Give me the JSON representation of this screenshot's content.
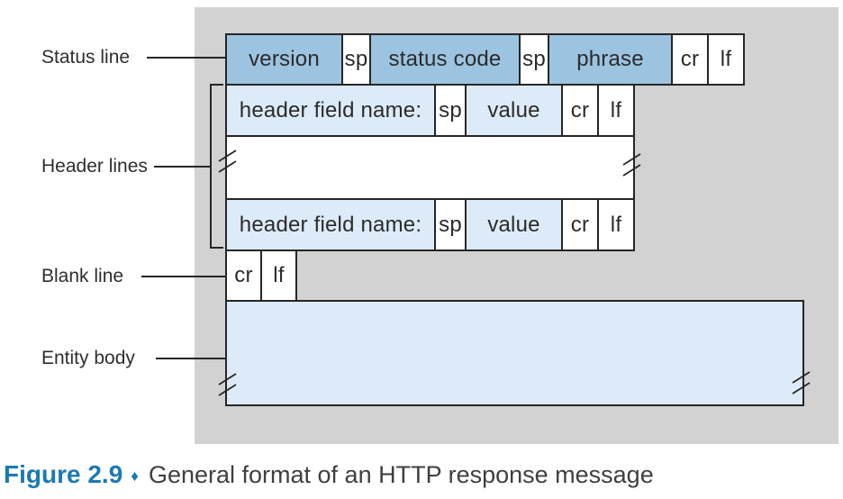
{
  "colors": {
    "panel_gray": "#d3d2d2",
    "box_blue_dark": "#9cc4e0",
    "box_blue_light": "#dcebf7",
    "box_white": "#ffffff",
    "line_color": "#262626",
    "caption_blue": "#1b79b3",
    "text_color": "#2b2b2b"
  },
  "labels": {
    "status_line": "Status line",
    "header_lines": "Header lines",
    "blank_line": "Blank line",
    "entity_body": "Entity body"
  },
  "diagram": {
    "status_row": {
      "cells": [
        {
          "label": "version"
        },
        {
          "label": "sp"
        },
        {
          "label": "status code"
        },
        {
          "label": "sp"
        },
        {
          "label": "phrase"
        },
        {
          "label": "cr"
        },
        {
          "label": "lf"
        }
      ]
    },
    "header_row": {
      "cells": [
        {
          "label": "header field name:"
        },
        {
          "label": "sp"
        },
        {
          "label": "value"
        },
        {
          "label": "cr"
        },
        {
          "label": "lf"
        }
      ]
    },
    "blank_row": {
      "cells": [
        {
          "label": "cr"
        },
        {
          "label": "lf"
        }
      ]
    }
  },
  "caption": {
    "label": "Figure 2.9",
    "separator": "♦",
    "text": "General format of an HTTP response message"
  }
}
